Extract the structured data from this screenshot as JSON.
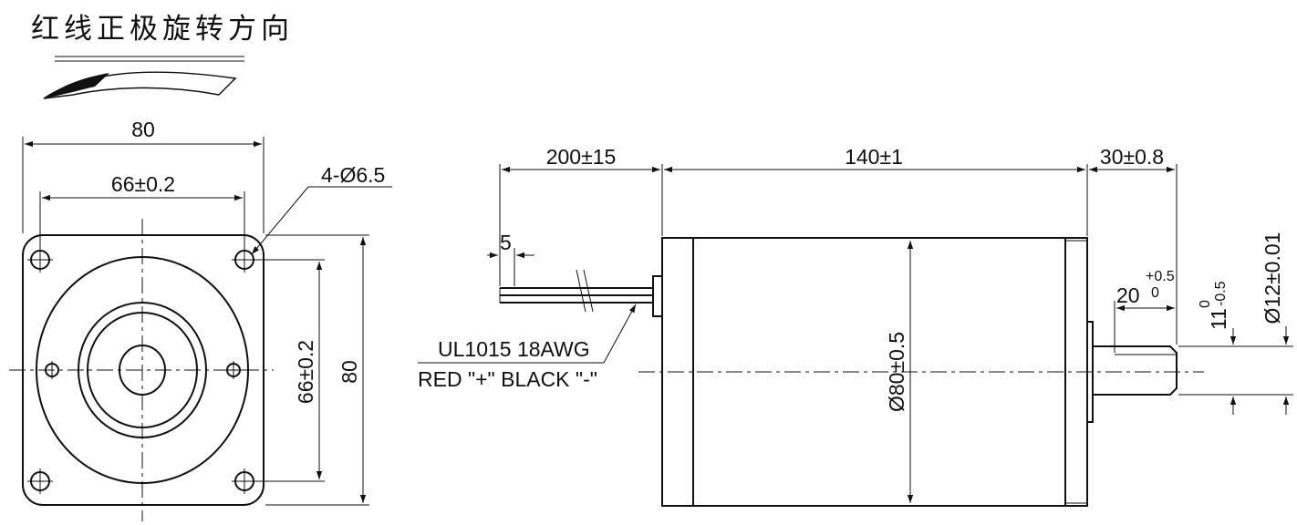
{
  "title": "红线正极旋转方向",
  "front_view": {
    "width_label": "80",
    "hole_pitch_h_label": "66±0.2",
    "hole_spec_label": "4-Ø6.5",
    "hole_pitch_v_label": "66±0.2",
    "height_label": "80"
  },
  "side_view": {
    "lead_length_label": "200±15",
    "strip_label": "5",
    "body_length_label": "140±1",
    "shaft_length_label": "30±0.8",
    "diameter_label": "Ø80±0.5",
    "flat_length_label": "20",
    "flat_tol_upper": "+0.5",
    "flat_tol_lower": "0",
    "flat_depth_label": "11",
    "flat_depth_tol_upper": "0",
    "flat_depth_tol_lower": "-0.5",
    "shaft_diameter_label": "Ø12±0.01",
    "wire_spec_label": "UL1015  18AWG",
    "wire_color_label": "RED \"+\"  BLACK \"-\""
  }
}
